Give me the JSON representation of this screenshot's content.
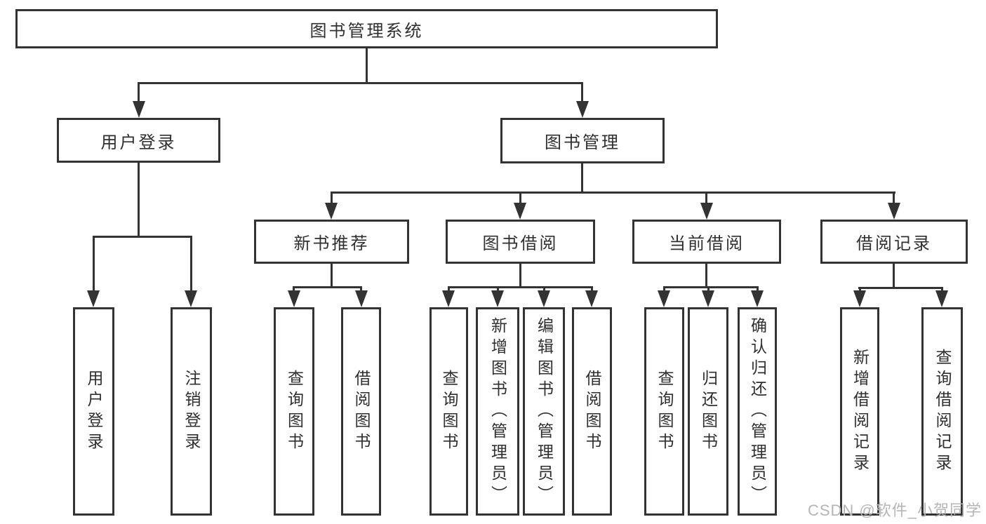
{
  "diagram_title": "图书管理系统",
  "tree": {
    "label": "图书管理系统",
    "children": [
      {
        "label": "用户登录",
        "children": [
          {
            "label": "用户登录"
          },
          {
            "label": "注销登录"
          }
        ]
      },
      {
        "label": "图书管理",
        "children": [
          {
            "label": "新书推荐",
            "children": [
              {
                "label": "查询图书"
              },
              {
                "label": "借阅图书"
              }
            ]
          },
          {
            "label": "图书借阅",
            "children": [
              {
                "label": "查询图书"
              },
              {
                "label": "新增图书（管理员）"
              },
              {
                "label": "编辑图书（管理员）"
              },
              {
                "label": "借阅图书"
              }
            ]
          },
          {
            "label": "当前借阅",
            "children": [
              {
                "label": "查询图书"
              },
              {
                "label": "归还图书"
              },
              {
                "label": "确认归还（管理员）"
              }
            ]
          },
          {
            "label": "借阅记录",
            "children": [
              {
                "label": "新增借阅记录"
              },
              {
                "label": "查询借阅记录"
              }
            ]
          }
        ]
      }
    ]
  },
  "watermark": {
    "text": "CSDN @软件_小贺同学"
  },
  "colors": {
    "line": "#333333",
    "text": "#2f2f2f",
    "background": "#ffffff",
    "watermark": "#b5b5b5"
  }
}
